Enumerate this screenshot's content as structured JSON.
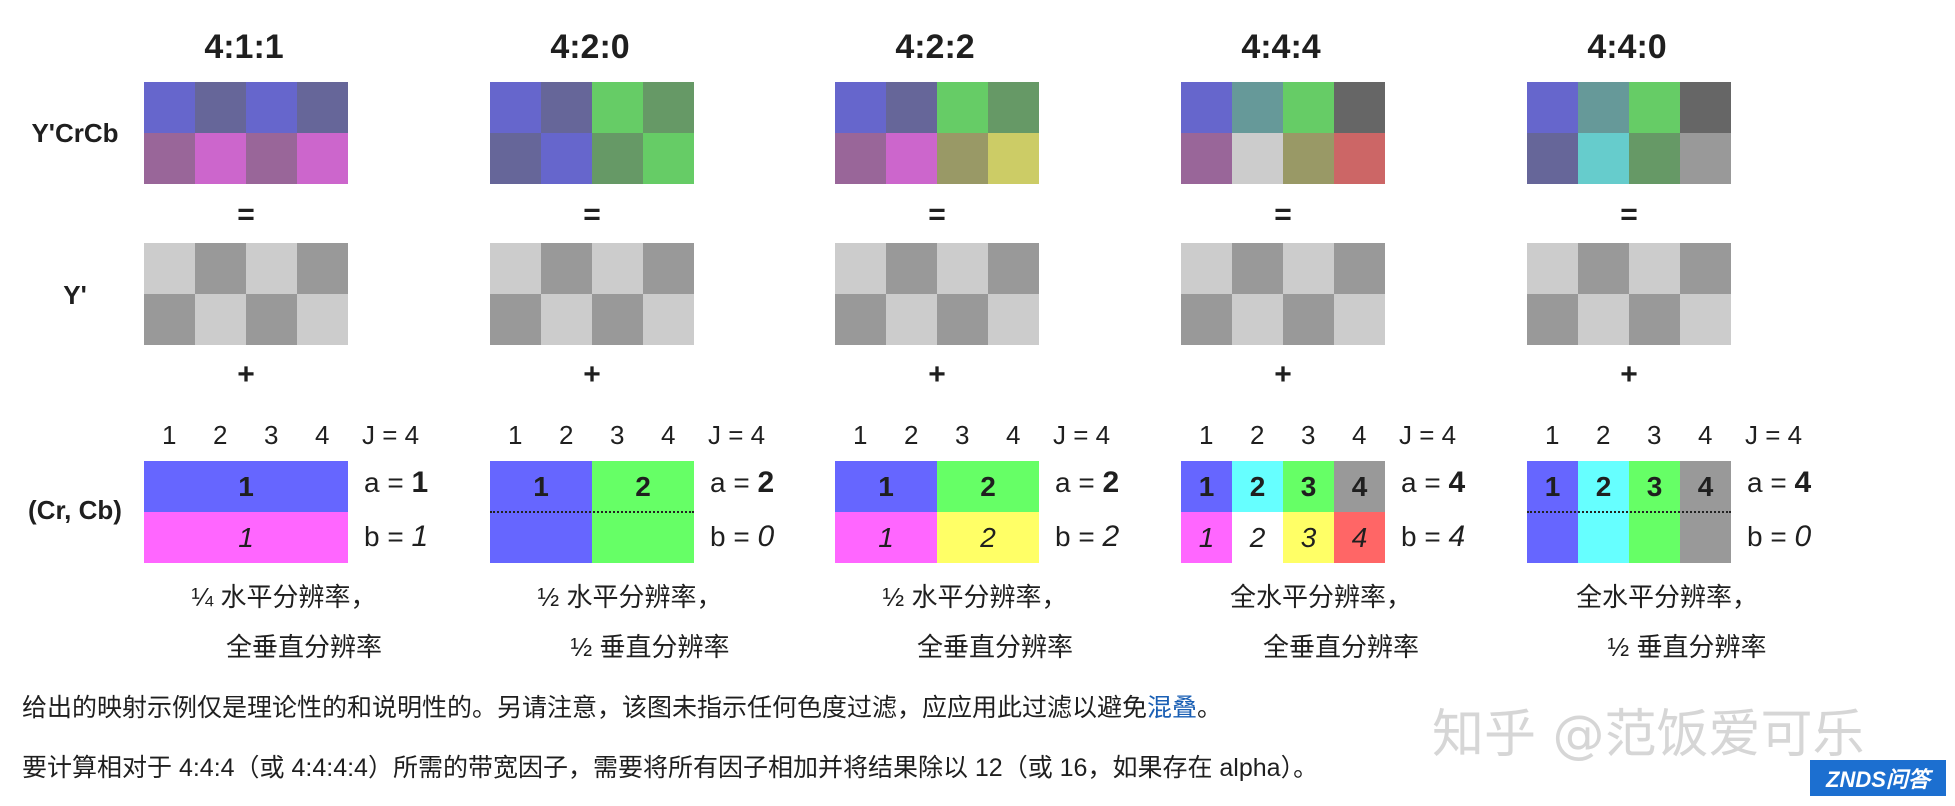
{
  "row_labels": {
    "ycrcb": "Y'CrCb",
    "y": "Y'",
    "crcb": "(Cr, Cb)"
  },
  "operators": {
    "equals": "=",
    "plus": "+"
  },
  "column_numbers": [
    "1",
    "2",
    "3",
    "4"
  ],
  "j_label": "J = 4",
  "a_label": "a =",
  "b_label": "b =",
  "schemes": [
    {
      "title": "4:1:1",
      "top_colors": [
        "#6666cc",
        "#666699",
        "#6666cc",
        "#666699"
      ],
      "bottom_colors": [
        "#996699",
        "#cc66cc",
        "#996699",
        "#cc66cc"
      ],
      "cr_segments": [
        {
          "label": "1",
          "color": "#6666ff",
          "span": 4
        }
      ],
      "cb_segments": [
        {
          "label": "1",
          "color": "#ff66ff",
          "span": 4
        }
      ],
      "a": "1",
      "b": "1",
      "caption1": "¼ 水平分辨率，",
      "caption2": "全垂直分辨率"
    },
    {
      "title": "4:2:0",
      "top_colors": [
        "#6666cc",
        "#666699",
        "#66cc66",
        "#669966"
      ],
      "bottom_colors": [
        "#666699",
        "#6666cc",
        "#669966",
        "#66cc66"
      ],
      "cr_segments": [
        {
          "label": "1",
          "color": "#6666ff",
          "span": 2
        },
        {
          "label": "2",
          "color": "#66ff66",
          "span": 2
        }
      ],
      "cb_segments": [
        {
          "label": "",
          "color": "#6666ff",
          "span": 2
        },
        {
          "label": "",
          "color": "#66ff66",
          "span": 2
        }
      ],
      "a": "2",
      "b": "0",
      "caption1": "½ 水平分辨率，",
      "caption2": "½ 垂直分辨率"
    },
    {
      "title": "4:2:2",
      "top_colors": [
        "#6666cc",
        "#666699",
        "#66cc66",
        "#669966"
      ],
      "bottom_colors": [
        "#996699",
        "#cc66cc",
        "#999966",
        "#cccc66"
      ],
      "cr_segments": [
        {
          "label": "1",
          "color": "#6666ff",
          "span": 2
        },
        {
          "label": "2",
          "color": "#66ff66",
          "span": 2
        }
      ],
      "cb_segments": [
        {
          "label": "1",
          "color": "#ff66ff",
          "span": 2
        },
        {
          "label": "2",
          "color": "#ffff66",
          "span": 2
        }
      ],
      "a": "2",
      "b": "2",
      "caption1": "½ 水平分辨率，",
      "caption2": "全垂直分辨率"
    },
    {
      "title": "4:4:4",
      "top_colors": [
        "#6666cc",
        "#669999",
        "#66cc66",
        "#666666"
      ],
      "bottom_colors": [
        "#996699",
        "#cccccc",
        "#999966",
        "#cc6666"
      ],
      "cr_segments": [
        {
          "label": "1",
          "color": "#6666ff",
          "span": 1
        },
        {
          "label": "2",
          "color": "#66ffff",
          "span": 1
        },
        {
          "label": "3",
          "color": "#66ff66",
          "span": 1
        },
        {
          "label": "4",
          "color": "#999999",
          "span": 1
        }
      ],
      "cb_segments": [
        {
          "label": "1",
          "color": "#ff66ff",
          "span": 1
        },
        {
          "label": "2",
          "color": "#ffffff",
          "span": 1
        },
        {
          "label": "3",
          "color": "#ffff66",
          "span": 1
        },
        {
          "label": "4",
          "color": "#ff6666",
          "span": 1
        }
      ],
      "a": "4",
      "b": "4",
      "caption1": "全水平分辨率，",
      "caption2": "全垂直分辨率"
    },
    {
      "title": "4:4:0",
      "top_colors": [
        "#6666cc",
        "#669999",
        "#66cc66",
        "#666666"
      ],
      "bottom_colors": [
        "#666699",
        "#66cccc",
        "#669966",
        "#999999"
      ],
      "cr_segments": [
        {
          "label": "1",
          "color": "#6666ff",
          "span": 1
        },
        {
          "label": "2",
          "color": "#66ffff",
          "span": 1
        },
        {
          "label": "3",
          "color": "#66ff66",
          "span": 1
        },
        {
          "label": "4",
          "color": "#999999",
          "span": 1
        }
      ],
      "cb_segments": [
        {
          "label": "",
          "color": "#6666ff",
          "span": 1
        },
        {
          "label": "",
          "color": "#66ffff",
          "span": 1
        },
        {
          "label": "",
          "color": "#66ff66",
          "span": 1
        },
        {
          "label": "",
          "color": "#999999",
          "span": 1
        }
      ],
      "a": "4",
      "b": "0",
      "caption1": "全水平分辨率，",
      "caption2": "½ 垂直分辨率"
    }
  ],
  "luma_colors": {
    "light": "#cccccc",
    "dark": "#999999"
  },
  "notes": {
    "line1_text": "给出的映射示例仅是理论性的和说明性的。另请注意，该图未指示任何色度过滤，应应用此过滤以避免",
    "line1_link": "混叠",
    "line1_end": "。",
    "line2": "要计算相对于 4:4:4（或 4:4:4:4）所需的带宽因子，需要将所有因子相加并将结果除以 12（或 16，如果存在 alpha）。"
  },
  "watermark": "知乎 @范饭爱可乐",
  "badge": "ZNDS问答"
}
